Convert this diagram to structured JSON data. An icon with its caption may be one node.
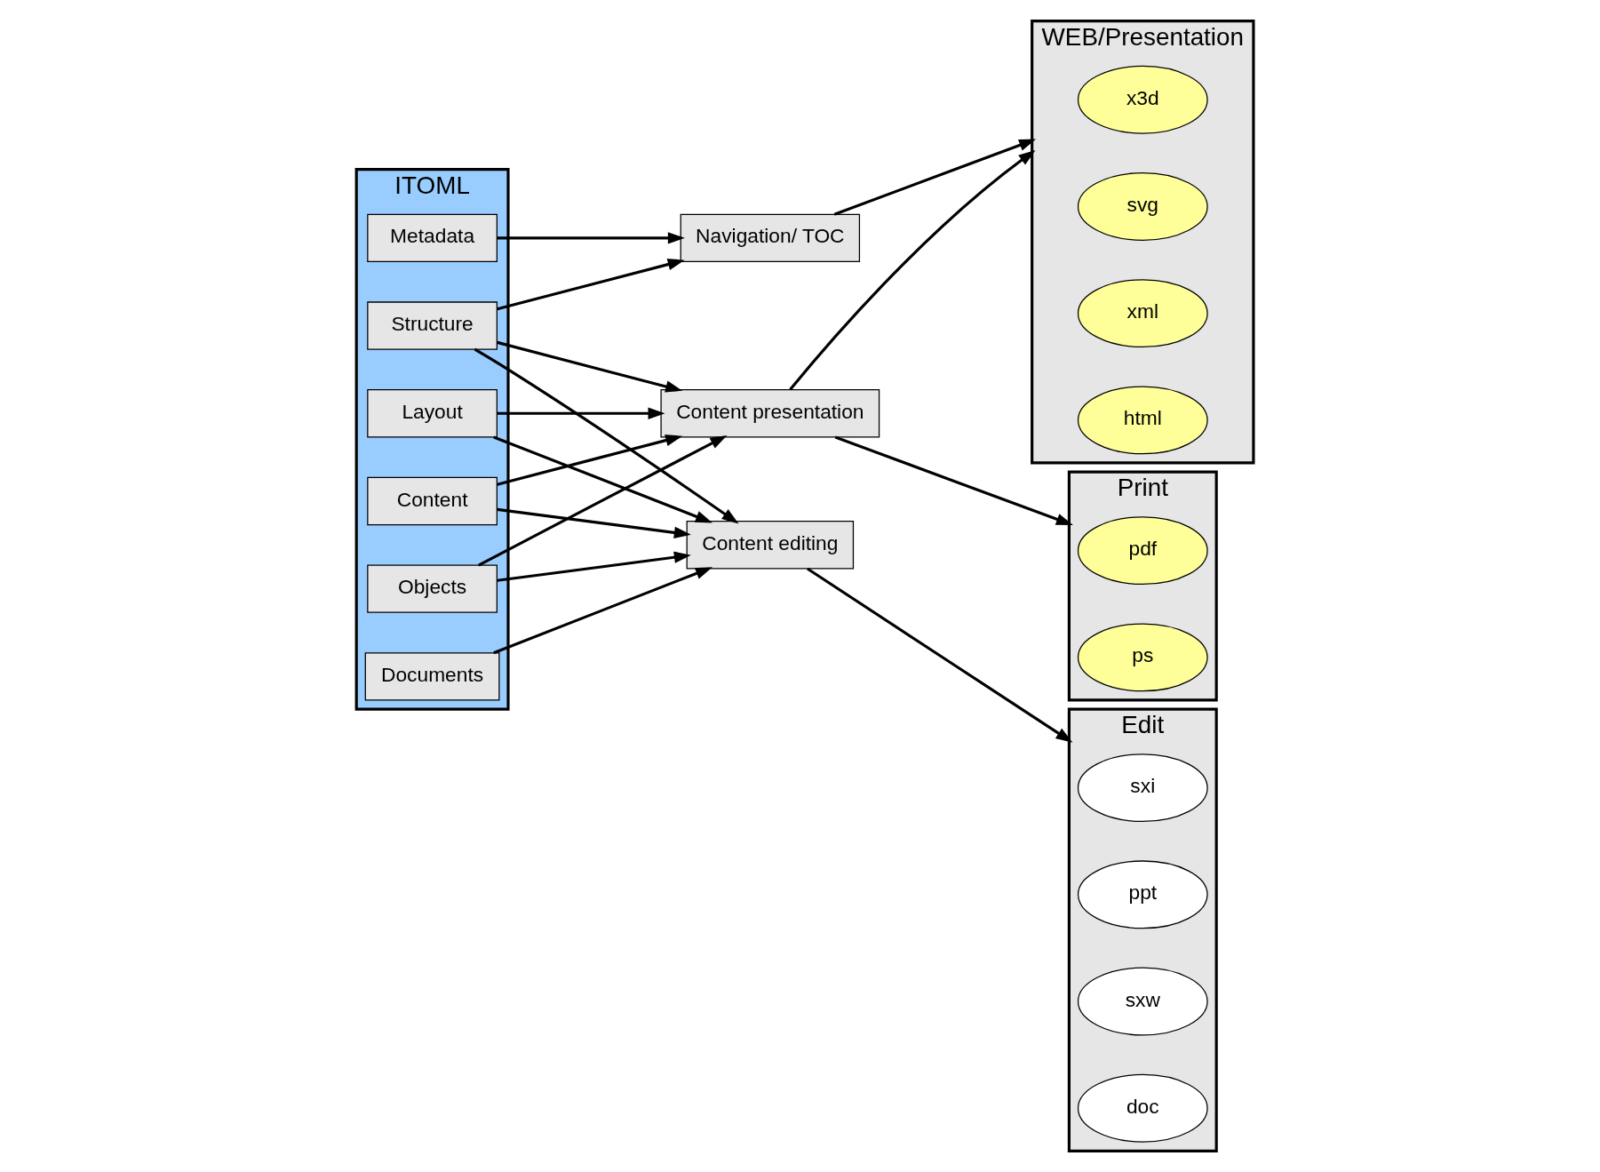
{
  "diagram": {
    "nodes": [
      {
        "text": [
          "ITOML"
        ]
      },
      {
        "text": [
          "Metadata"
        ],
        "in": 0
      },
      {
        "text": [
          "Structure"
        ],
        "in": 0
      },
      {
        "text": [
          "Content"
        ],
        "in": 0
      },
      {
        "text": [
          "Objects"
        ],
        "in": 0
      },
      {
        "text": [
          "Layout"
        ],
        "in": 0
      },
      {
        "text": [
          "Documents"
        ],
        "in": 0
      },
      {
        "text": [
          "Navigation/ TOC"
        ]
      },
      {
        "text": [
          "Content presentation"
        ]
      },
      {
        "text": [
          "Content editing"
        ]
      },
      {
        "text": [
          "WEB/Presentation"
        ]
      },
      {
        "text": [
          "x3d"
        ],
        "in": 10
      },
      {
        "text": [
          "svg"
        ],
        "in": 10
      },
      {
        "text": [
          "xml"
        ],
        "in": 10
      },
      {
        "text": [
          "html"
        ],
        "in": 10
      },
      {
        "text": [
          "Print"
        ]
      },
      {
        "text": [
          "pdf"
        ],
        "in": 15
      },
      {
        "text": [
          "ps"
        ],
        "in": 15
      },
      {
        "text": [
          "Edit"
        ]
      },
      {
        "text": [
          "sxi"
        ],
        "in": 18
      },
      {
        "text": [
          "ppt"
        ],
        "in": 18
      },
      {
        "text": [
          "sxw"
        ],
        "in": 18
      },
      {
        "text": [
          "doc"
        ],
        "in": 18
      }
    ],
    "edges": [
      {
        "from": 1,
        "to": 7,
        "arrow": "to"
      },
      {
        "from": 2,
        "to": 7,
        "arrow": "to"
      },
      {
        "from": 2,
        "to": 8,
        "arrow": "to"
      },
      {
        "from": 2,
        "to": 9,
        "arrow": "to"
      },
      {
        "from": 3,
        "to": 8,
        "arrow": "to"
      },
      {
        "from": 3,
        "to": 9,
        "arrow": "to"
      },
      {
        "from": 4,
        "to": 8,
        "arrow": "to"
      },
      {
        "from": 4,
        "to": 9,
        "arrow": "to"
      },
      {
        "from": 5,
        "to": 8,
        "arrow": "to"
      },
      {
        "from": 5,
        "to": 9,
        "arrow": "to"
      },
      {
        "from": 6,
        "to": 9,
        "arrow": "to"
      },
      {
        "from": 7,
        "to": 10,
        "arrow": "to"
      },
      {
        "from": 8,
        "to": 10,
        "arrow": "to"
      },
      {
        "from": 8,
        "to": 15,
        "arrow": "to"
      },
      {
        "from": 9,
        "to": 18,
        "arrow": "to"
      }
    ]
  }
}
